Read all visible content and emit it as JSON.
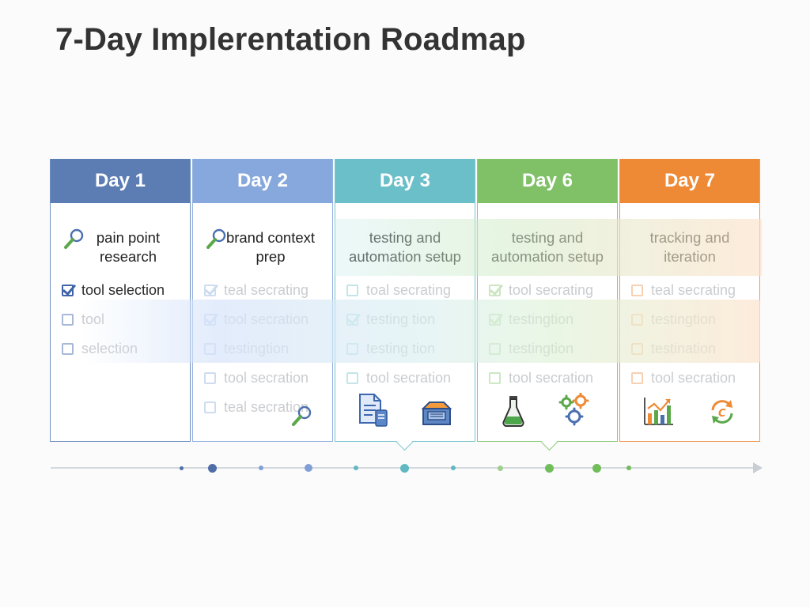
{
  "title": "7-Day Implerentation Roadmap",
  "columns": [
    {
      "header": "Day 1",
      "color": "#5b7db3",
      "border": "#6f8fc0",
      "title_lines": [
        "pain point",
        "research"
      ],
      "lead_icon": "magnifier-icon",
      "tasks": [
        {
          "label": "tool selection",
          "checked": true,
          "faded": false
        },
        {
          "label": "tool",
          "checked": false,
          "faded": true
        },
        {
          "label": "selection",
          "checked": false,
          "faded": true
        }
      ],
      "bottom_icons": []
    },
    {
      "header": "Day 2",
      "color": "#86a8dc",
      "border": "#93b2e0",
      "title_lines": [
        "brand context",
        "prep"
      ],
      "lead_icon": "magnifier-icon",
      "tasks": [
        {
          "label": "teal secrating",
          "checked": true,
          "faded": true
        },
        {
          "label": "tool secration",
          "checked": true,
          "faded": true
        },
        {
          "label": "testingtion",
          "checked": false,
          "faded": true
        },
        {
          "label": "tool secration",
          "checked": false,
          "faded": true
        },
        {
          "label": "teal secration",
          "checked": false,
          "faded": true
        }
      ],
      "bottom_icons": [
        "magnifier-icon"
      ]
    },
    {
      "header": "Day 3",
      "color": "#6bbfc8",
      "border": "#7cc6cf",
      "title_lines": [
        "testing and",
        "automation setup"
      ],
      "lead_icon": "",
      "tasks": [
        {
          "label": "toal secrating",
          "checked": false,
          "faded": true
        },
        {
          "label": "testing tion",
          "checked": true,
          "faded": true
        },
        {
          "label": "testing tion",
          "checked": false,
          "faded": true
        },
        {
          "label": "tool secration",
          "checked": false,
          "faded": true
        }
      ],
      "bottom_icons": [
        "document-icon",
        "toolbox-icon"
      ]
    },
    {
      "header": "Day 6",
      "color": "#80c168",
      "border": "#8fca7a",
      "title_lines": [
        "testing and",
        "automation setup"
      ],
      "lead_icon": "",
      "tasks": [
        {
          "label": "tool secrating",
          "checked": true,
          "faded": true
        },
        {
          "label": "testingtion",
          "checked": true,
          "faded": true
        },
        {
          "label": "testingtion",
          "checked": false,
          "faded": true
        },
        {
          "label": "tool secration",
          "checked": false,
          "faded": true
        }
      ],
      "bottom_icons": [
        "flask-icon",
        "gears-icon"
      ]
    },
    {
      "header": "Day 7",
      "color": "#ee8a35",
      "border": "#ef9a55",
      "title_lines": [
        "tracking and",
        "iteration"
      ],
      "lead_icon": "",
      "tasks": [
        {
          "label": "teal secrating",
          "checked": false,
          "faded": true
        },
        {
          "label": "testingtion",
          "checked": false,
          "faded": true
        },
        {
          "label": "testination",
          "checked": false,
          "faded": true
        },
        {
          "label": "tool secration",
          "checked": false,
          "faded": true
        }
      ],
      "bottom_icons": [
        "bar-chart-icon",
        "cycle-icon"
      ]
    }
  ],
  "timeline": {
    "line_color": "#d5d9de",
    "dot_colors": [
      "#4f6ea8",
      "#4f6ea8",
      "#7f9fd6",
      "#7f9fd6",
      "#5fb8c2",
      "#5fb8c2",
      "#5fb8c2",
      "#70bd5a",
      "#70bd5a",
      "#70bd5a",
      "#70bd5a"
    ]
  }
}
